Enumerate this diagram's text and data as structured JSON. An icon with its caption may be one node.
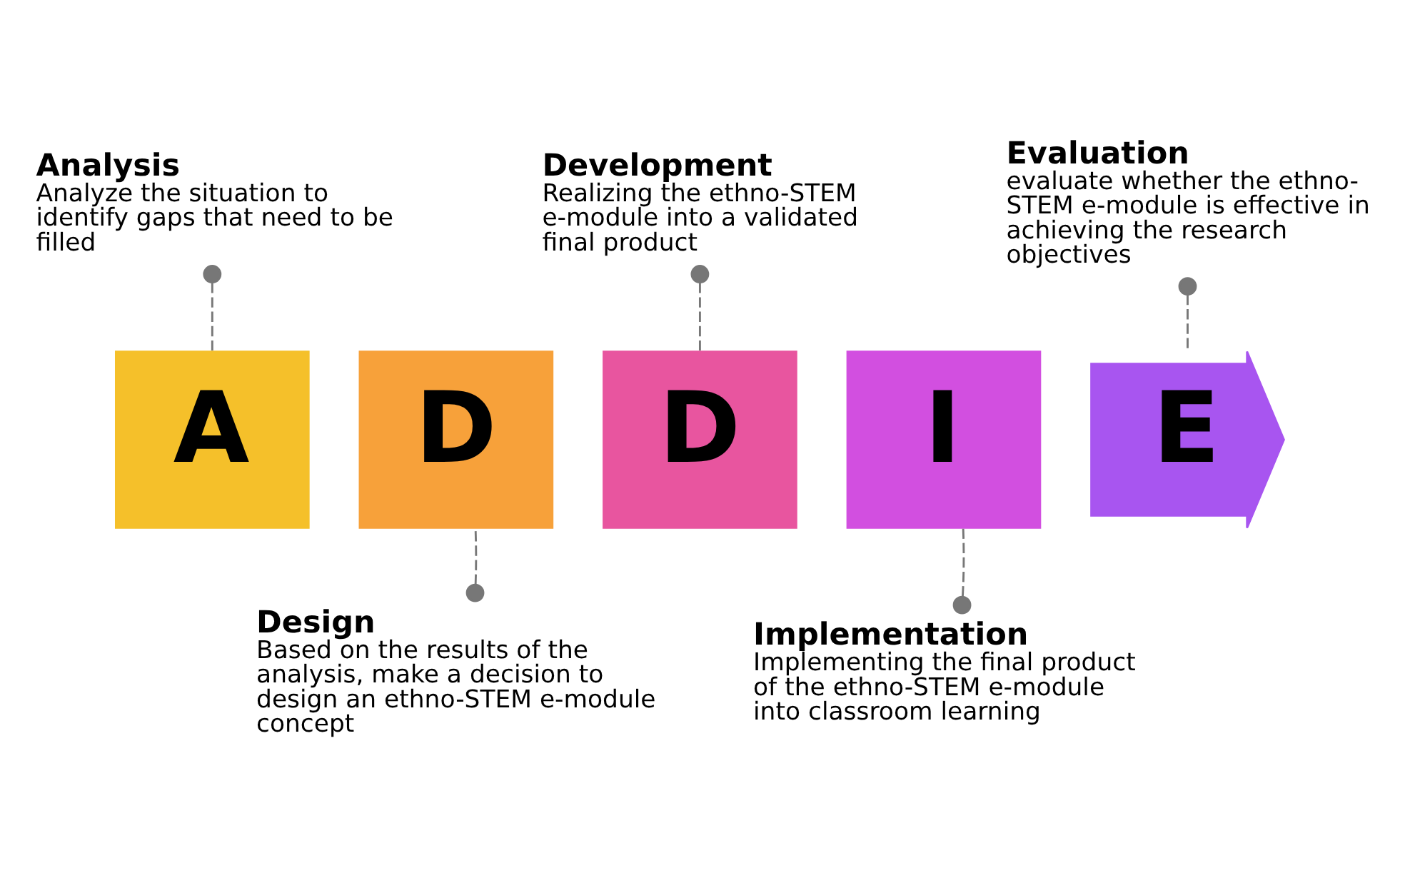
{
  "diagram": {
    "nodes": [
      {
        "text": [
          "A"
        ]
      },
      {
        "text": [
          "D"
        ]
      },
      {
        "text": [
          "D"
        ]
      },
      {
        "text": [
          "I"
        ]
      },
      {
        "text": [
          "E"
        ]
      },
      {
        "text": [
          "Analysis",
          "Analyze the situation to identify gaps that need to be filled"
        ]
      },
      {
        "text": [
          "Design",
          "Based on the results of the analysis, make a decision to design an ethno-STEM e-module concept"
        ]
      },
      {
        "text": [
          "Development",
          "Realizing the ethno-STEM e-module into a validated final product"
        ]
      },
      {
        "text": [
          "Implementation",
          "Implementing the final product of the ethno-STEM e-module into classroom learning"
        ]
      },
      {
        "text": [
          "Evaluation",
          "evaluate whether the ethno-STEM e-module is effective in achieving the research objectives"
        ]
      }
    ],
    "edges": [
      {
        "from": 5,
        "to": 0,
        "arrow": "other",
        "style": "dashed"
      },
      {
        "from": 6,
        "to": 1,
        "arrow": "other",
        "style": "dashed"
      },
      {
        "from": 7,
        "to": 2,
        "arrow": "other",
        "style": "dashed"
      },
      {
        "from": 8,
        "to": 3,
        "arrow": "other",
        "style": "dashed"
      },
      {
        "from": 9,
        "to": 4,
        "arrow": "other",
        "style": "dashed"
      }
    ]
  }
}
